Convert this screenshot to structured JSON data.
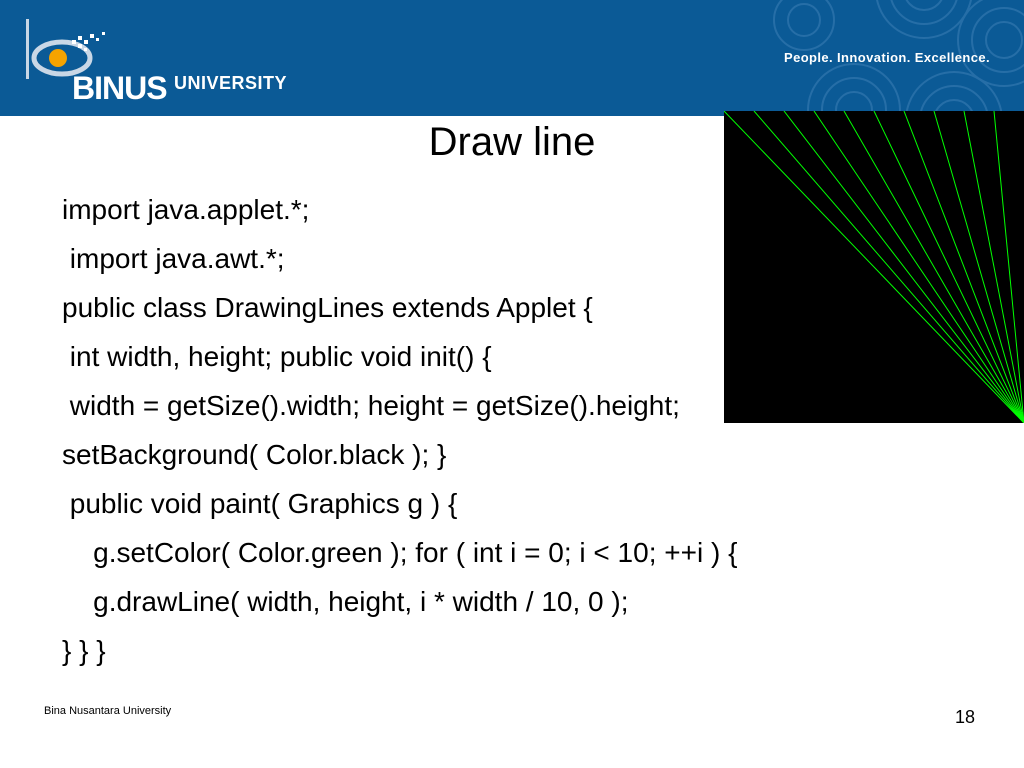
{
  "header": {
    "logo_word": "BINUS",
    "logo_subword": "UNIVERSITY",
    "tagline": "People. Innovation. Excellence.",
    "background_color": "#0b5a96"
  },
  "slide": {
    "title": "Draw line",
    "code_lines": [
      "import java.applet.*;",
      " import java.awt.*;",
      "public class DrawingLines extends Applet {",
      " int width, height; public void init() {",
      " width = getSize().width; height = getSize().height;",
      "setBackground( Color.black ); }",
      " public void paint( Graphics g ) {",
      "    g.setColor( Color.green ); for ( int i = 0; i < 10; ++i ) {",
      "    g.drawLine( width, height, i * width / 10, 0 );",
      "} } }"
    ]
  },
  "applet_output": {
    "background_color": "#000000",
    "line_color": "#00ff00",
    "line_count": 10
  },
  "footer": {
    "organization": "Bina Nusantara University",
    "page_number": "18"
  }
}
